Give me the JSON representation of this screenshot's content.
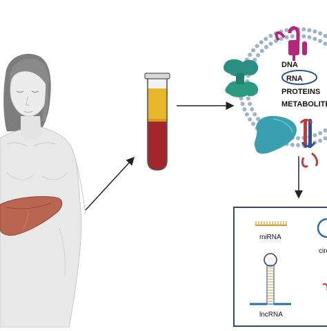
{
  "molecules": {
    "dna": "DNA",
    "rna": "RNA",
    "proteins": "PROTEINS",
    "metabolites": "METABOLITES"
  },
  "rna_types": {
    "mirna": "miRNA",
    "circrna": "circRNA",
    "lncrna": "lncRNA"
  },
  "colors": {
    "skin": "#e6e6e6",
    "liver": "#b86552",
    "plasma": "#e8b62a",
    "blood": "#a3262c",
    "membrane": "#9db3cc",
    "receptor": "#b4267a",
    "green_protein": "#2a8f80",
    "teal_protein": "#3aa0b0",
    "box_border": "#2e4a6e"
  }
}
